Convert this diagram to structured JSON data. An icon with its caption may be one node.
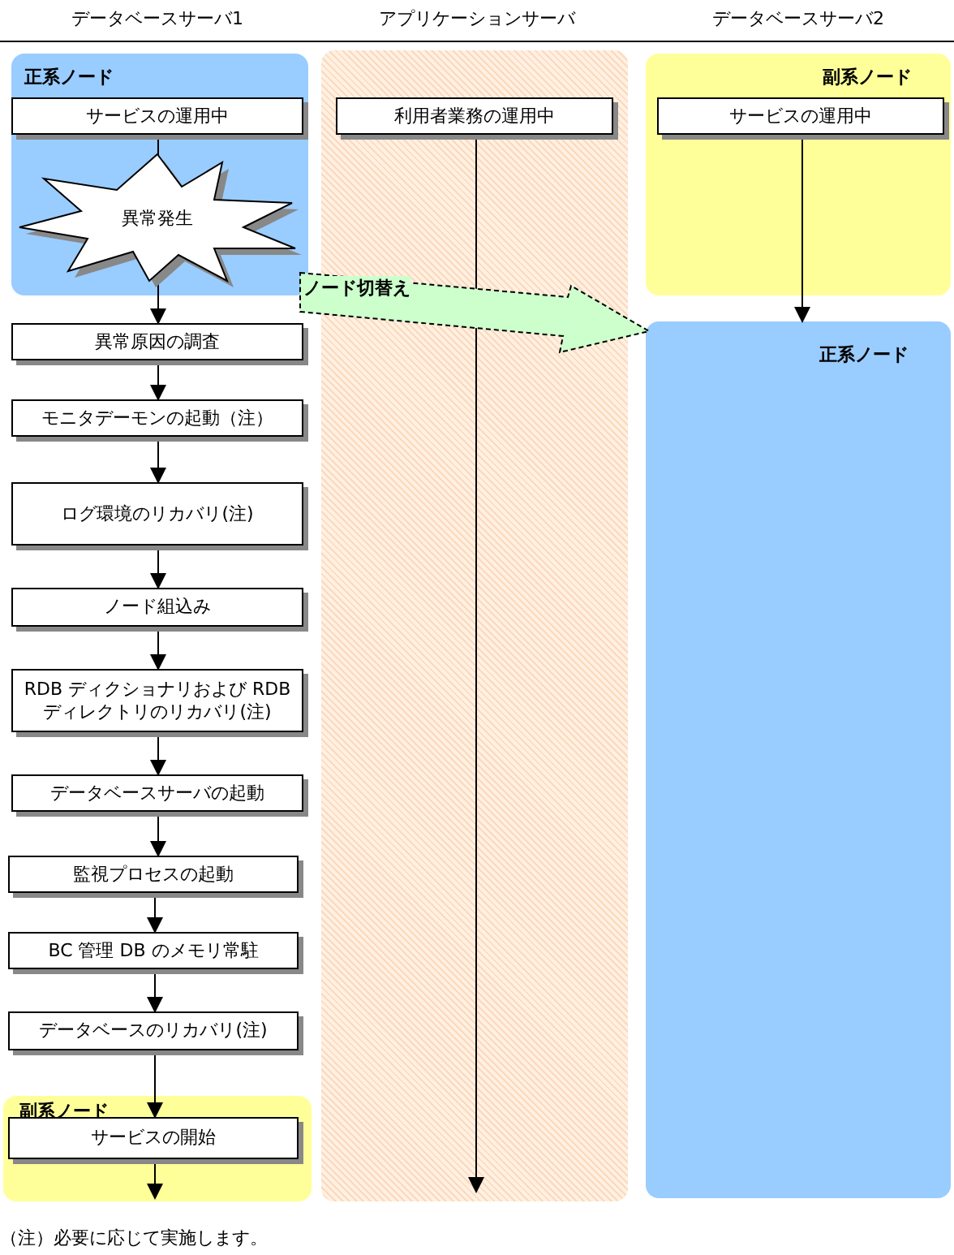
{
  "diagram": {
    "nodes": [
      {
        "text": [
          "正系ノード"
        ]
      },
      {
        "text": [
          "サービスの運用中"
        ],
        "in": 0
      },
      {
        "text": [
          "異常発生"
        ],
        "in": 0
      },
      {
        "text": [
          "異常原因の調査"
        ]
      },
      {
        "text": [
          "モニタデーモンの起動（注）"
        ]
      },
      {
        "text": [
          "ログ環境のリカバリ(注)"
        ]
      },
      {
        "text": [
          "ノード組込み"
        ]
      },
      {
        "text": [
          "RDB ディクショナリおよび RDB ディレクトリのリカバリ(注)"
        ]
      },
      {
        "text": [
          "データベースサーバの起動"
        ]
      },
      {
        "text": [
          "監視プロセスの起動"
        ]
      },
      {
        "text": [
          "BC 管理 DB のメモリ常駐"
        ]
      },
      {
        "text": [
          "データベースのリカバリ(注)"
        ]
      },
      {
        "text": [
          "副系ノード"
        ]
      },
      {
        "text": [
          "サービスの開始"
        ],
        "in": 12
      },
      {
        "text": [],
        "shape": "box"
      },
      {
        "text": [
          "利用者業務の運用中"
        ],
        "in": 14
      },
      {
        "text": [
          "副系ノード"
        ]
      },
      {
        "text": [
          "サービスの運用中"
        ],
        "in": 16
      },
      {
        "text": [
          "正系ノード"
        ]
      }
    ],
    "edges": [
      {
        "from": 1,
        "to": 2,
        "arrow": "none"
      },
      {
        "from": 2,
        "to": 3,
        "arrow": "to"
      },
      {
        "from": 3,
        "to": 4,
        "arrow": "to"
      },
      {
        "from": 4,
        "to": 5,
        "arrow": "to"
      },
      {
        "from": 5,
        "to": 6,
        "arrow": "to"
      },
      {
        "from": 6,
        "to": 7,
        "arrow": "to"
      },
      {
        "from": 7,
        "to": 8,
        "arrow": "to"
      },
      {
        "from": 8,
        "to": 9,
        "arrow": "to"
      },
      {
        "from": 9,
        "to": 10,
        "arrow": "to"
      },
      {
        "from": 10,
        "to": 11,
        "arrow": "to"
      },
      {
        "from": 11,
        "to": 13,
        "arrow": "to"
      },
      {
        "from": 13,
        "to": null,
        "arrow": "to"
      },
      {
        "from": 15,
        "to": 14,
        "arrow": "to"
      },
      {
        "from": 17,
        "to": 18,
        "arrow": "to"
      },
      {
        "from": 0,
        "to": 18,
        "arrow": "to",
        "label": "ノード切替え",
        "style": "thick",
        "color": "#ccffcc"
      }
    ],
    "labels": [
      "データベースサーバ1",
      "アプリケーションサーバ",
      "データベースサーバ2",
      "（注）必要に応じて実施します。"
    ]
  }
}
